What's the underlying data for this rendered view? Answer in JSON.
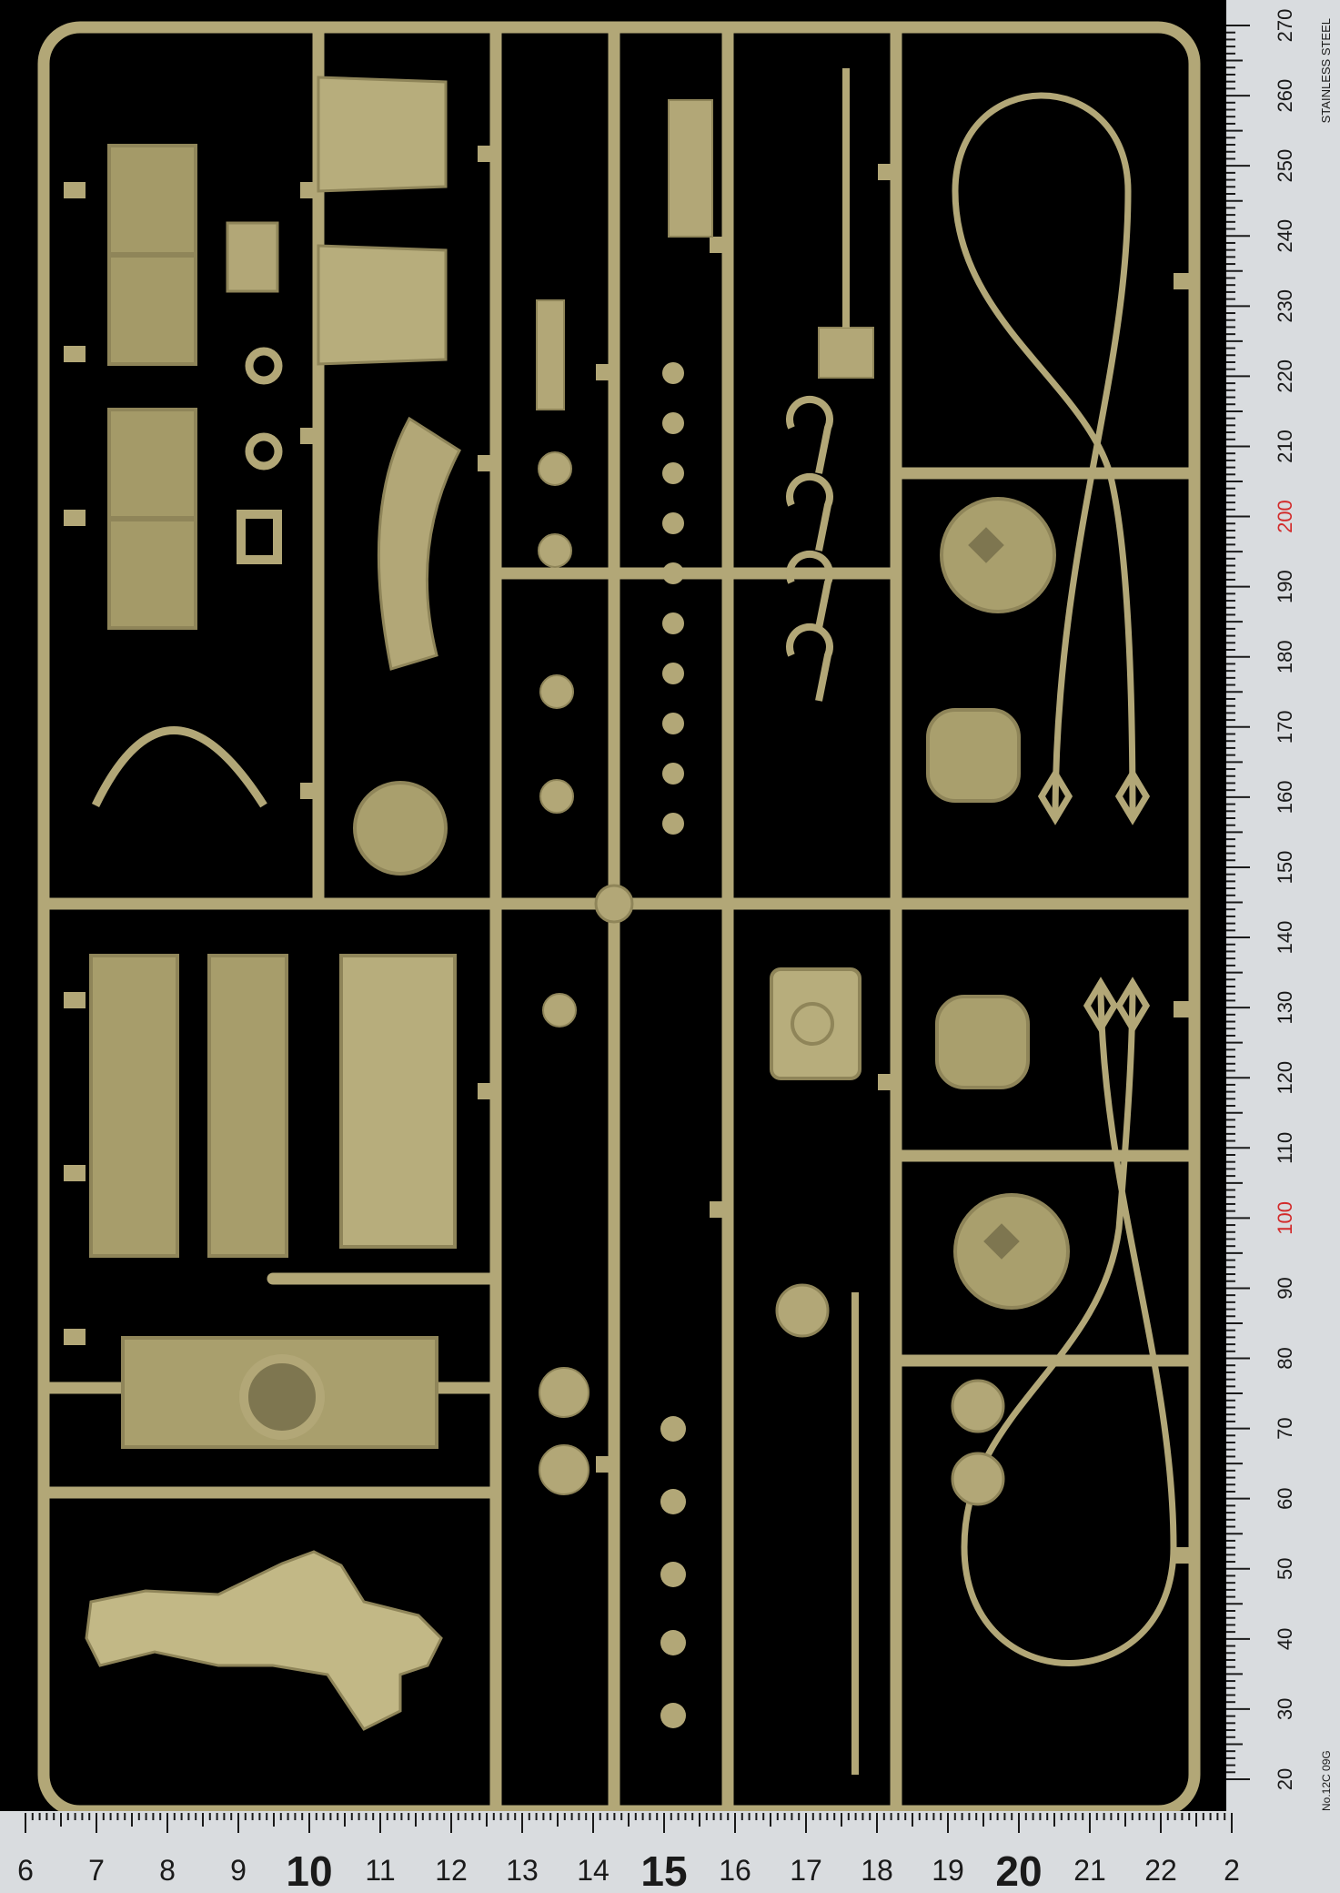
{
  "colors": {
    "background": "#000000",
    "plastic": "#b2a777",
    "plastic_shadow": "#8f8559",
    "plastic_highlight": "#cfc596",
    "ruler": "#d9dcdf",
    "ruler_ink": "#1a1a1a",
    "ruler_accent": "#d22b2b"
  },
  "right_ruler": {
    "brand_text": "STAINLESS STEEL",
    "labels": [
      "270",
      "260",
      "250",
      "240",
      "230",
      "220",
      "210",
      "200",
      "190",
      "180",
      "170",
      "160",
      "150",
      "140",
      "130",
      "120",
      "110",
      "100",
      "90",
      "80",
      "70",
      "60",
      "50",
      "40",
      "30",
      "20"
    ],
    "accent_labels": [
      "200",
      "100"
    ],
    "maker_text": "No.12C 09G"
  },
  "bottom_ruler": {
    "labels": [
      "6",
      "7",
      "8",
      "9",
      "10",
      "11",
      "12",
      "13",
      "14",
      "15",
      "16",
      "17",
      "18",
      "19",
      "20",
      "21",
      "22",
      "2"
    ],
    "large_labels": [
      "10",
      "15",
      "20"
    ]
  }
}
